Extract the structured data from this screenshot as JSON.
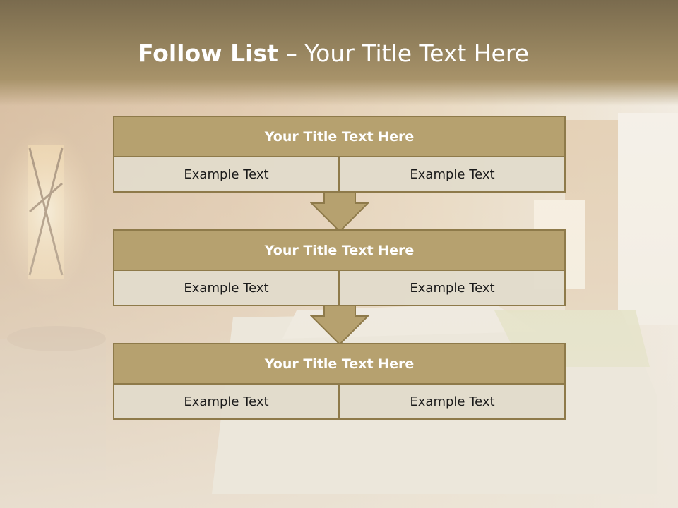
{
  "title": {
    "bold": "Follow List",
    "rest": "– Your Title Text Here"
  },
  "blocks": [
    {
      "heading": "Your Title Text Here",
      "left": "Example Text",
      "right": "Example Text"
    },
    {
      "heading": "Your Title Text Here",
      "left": "Example Text",
      "right": "Example Text"
    },
    {
      "heading": "Your Title Text Here",
      "left": "Example Text",
      "right": "Example Text"
    }
  ],
  "colors": {
    "title_band": "#8a7a57",
    "heading_fill": "#b6a16f",
    "border": "#8e7a4a",
    "cell_fill": "#e2dbcb"
  }
}
